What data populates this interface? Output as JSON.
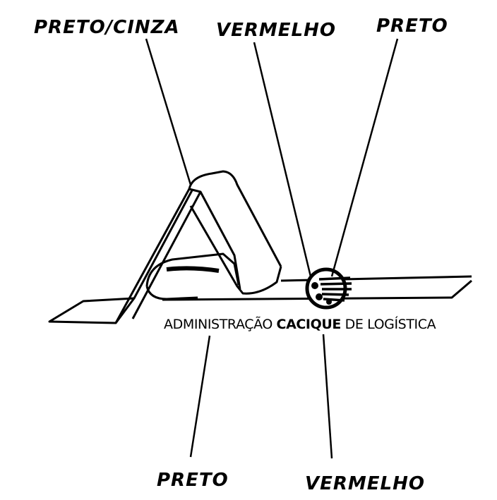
{
  "annotations": {
    "top_left": "PRETO/CINZA",
    "top_center": "VERMELHO",
    "top_right": "PRETO",
    "bottom_left": "PRETO",
    "bottom_right": "VERMELHO"
  },
  "logo_caption": {
    "part1": "ADMINISTRAÇÃO",
    "part2": "CACIQUE",
    "part3": "DE LOGÍSTICA"
  },
  "colors": {
    "ink": "#000000",
    "paper": "#ffffff"
  }
}
